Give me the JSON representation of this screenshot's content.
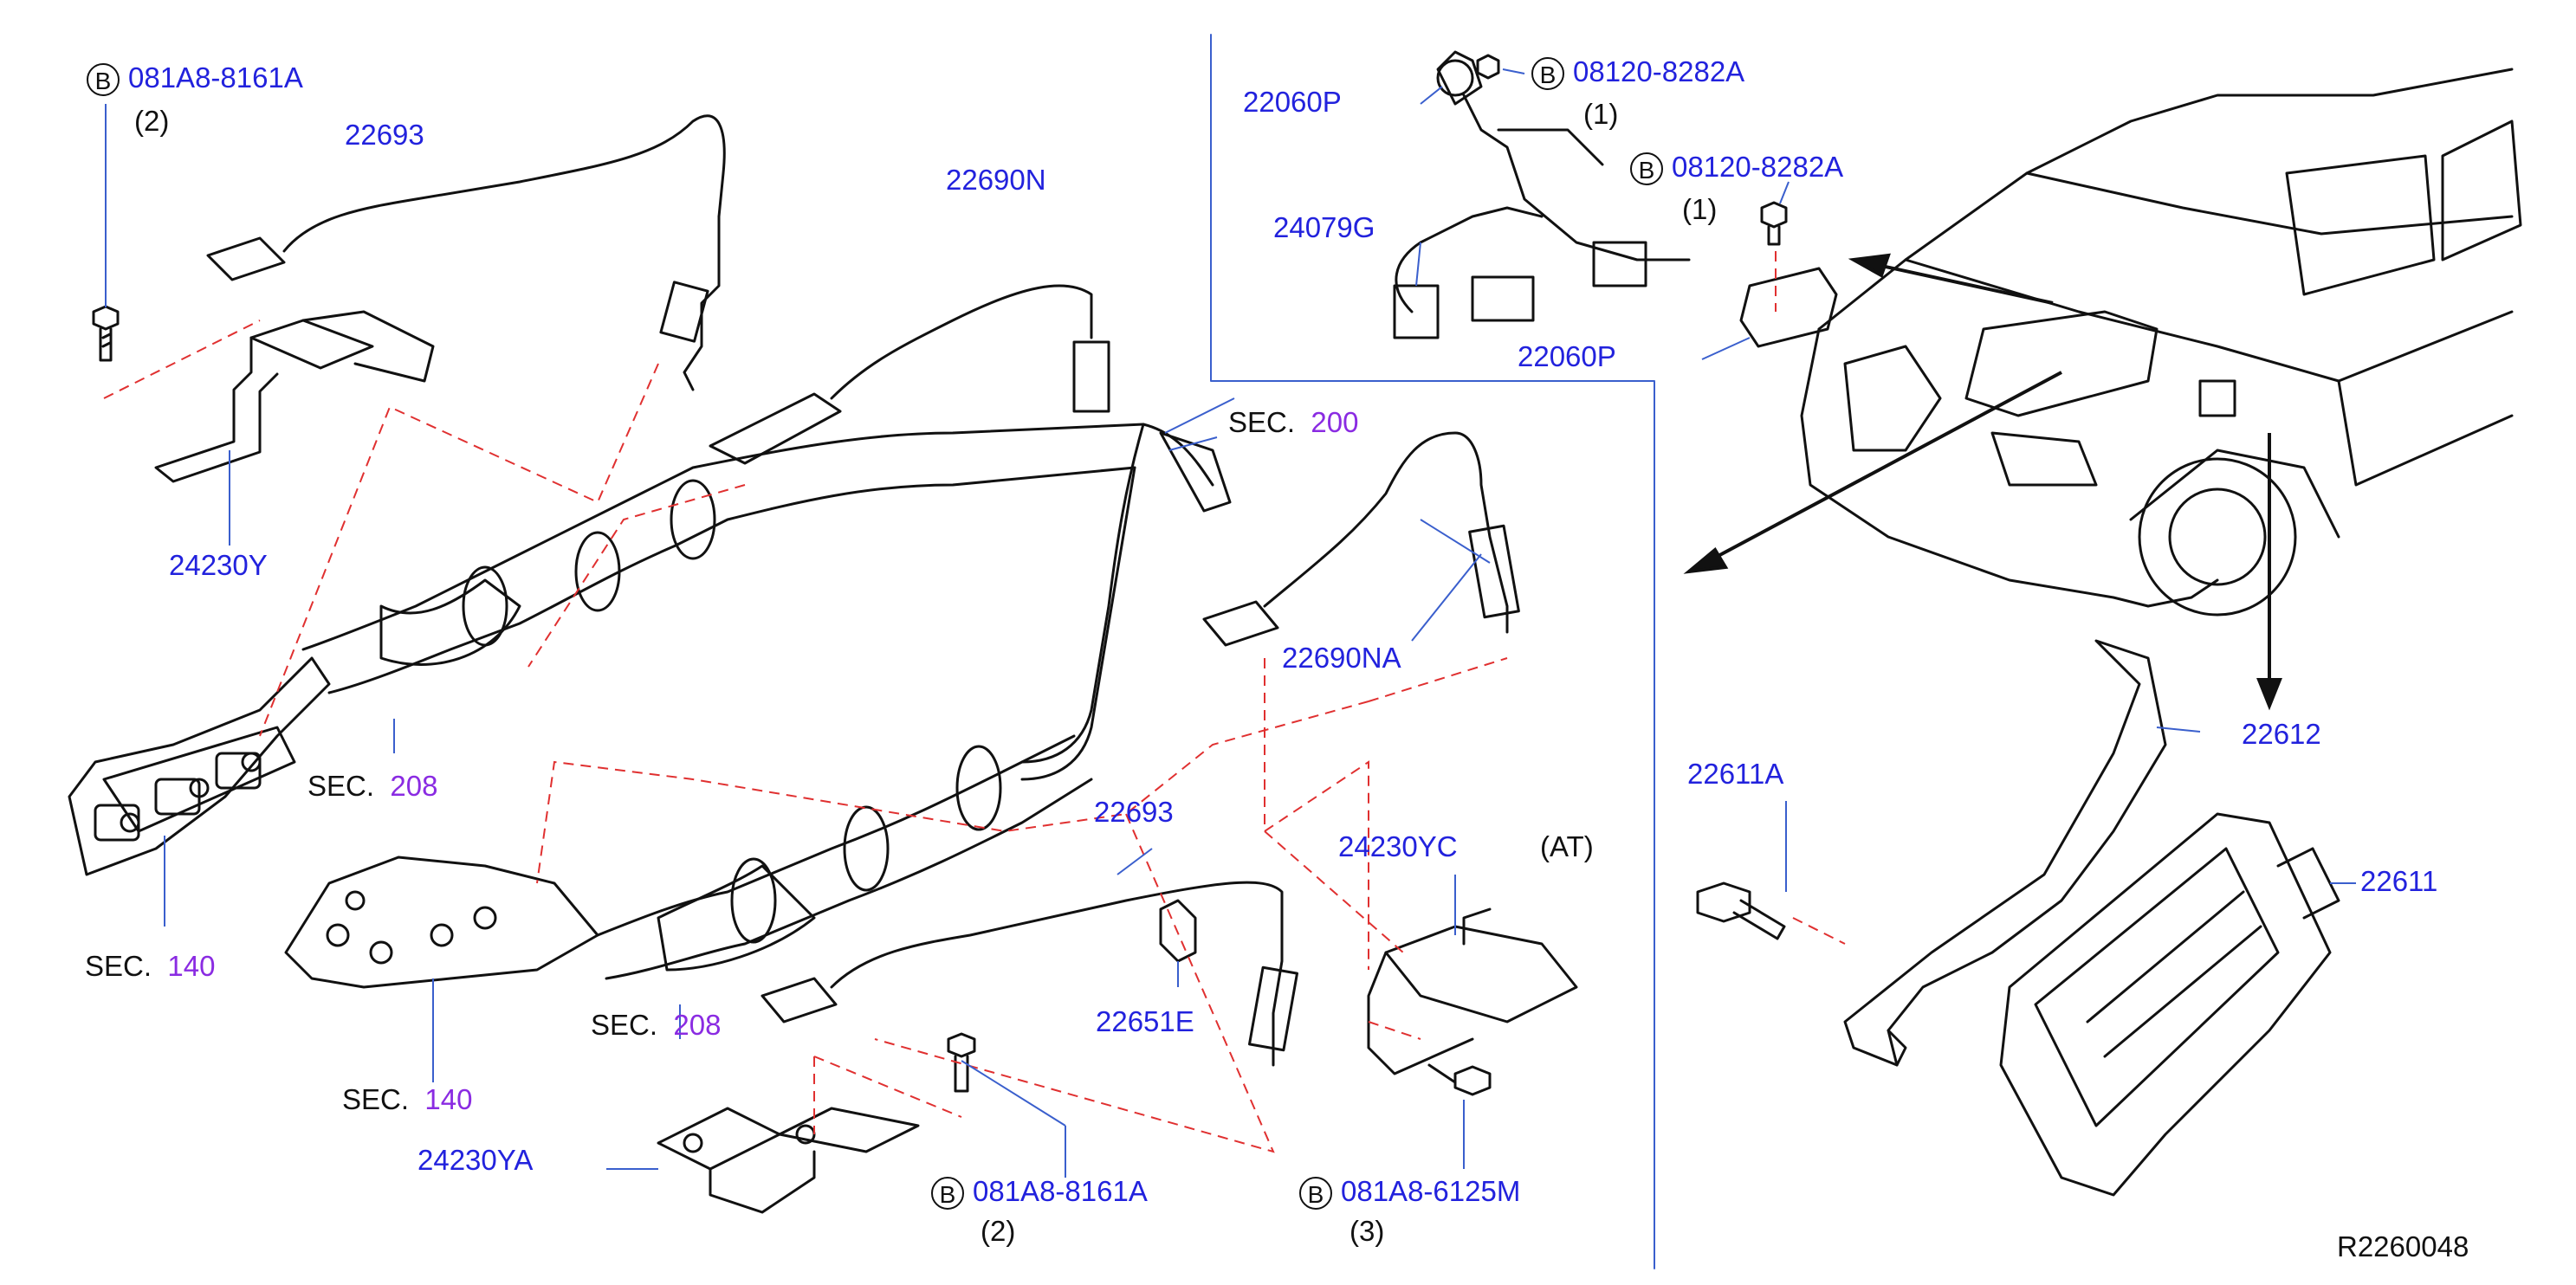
{
  "callouts": {
    "c1": {
      "symbol": "B",
      "part": "081A8-8161A",
      "qty": "(2)"
    },
    "c2": {
      "symbol": "B",
      "part": "08120-8282A",
      "qty": "(1)"
    },
    "c3": {
      "symbol": "B",
      "part": "08120-8282A",
      "qty": "(1)"
    },
    "c4": {
      "symbol": "B",
      "part": "081A8-8161A",
      "qty": "(2)"
    },
    "c5": {
      "symbol": "B",
      "part": "081A8-6125M",
      "qty": "(3)"
    }
  },
  "parts": {
    "p22693_top": "22693",
    "p22690N": "22690N",
    "p24230Y": "24230Y",
    "p22060P_top": "22060P",
    "p24079G": "24079G",
    "p22060P_bottom": "22060P",
    "p22690NA": "22690NA",
    "p22693_mid": "22693",
    "p22651E": "22651E",
    "p24230YC": "24230YC",
    "p24230YA": "24230YA",
    "p22611A": "22611A",
    "p22612": "22612",
    "p22611": "22611"
  },
  "sections": {
    "s200": {
      "label": "SEC.",
      "num": "200"
    },
    "s208a": {
      "label": "SEC.",
      "num": "208"
    },
    "s140a": {
      "label": "SEC.",
      "num": "140"
    },
    "s208b": {
      "label": "SEC.",
      "num": "208"
    },
    "s140b": {
      "label": "SEC.",
      "num": "140"
    }
  },
  "notes": {
    "at": "(AT)",
    "ref": "R2260048"
  },
  "colors": {
    "part_text": "#2222dd",
    "section_num": "#8a2be2",
    "dash": "#e03030",
    "line": "#111111",
    "leader": "#3a5fcd"
  }
}
